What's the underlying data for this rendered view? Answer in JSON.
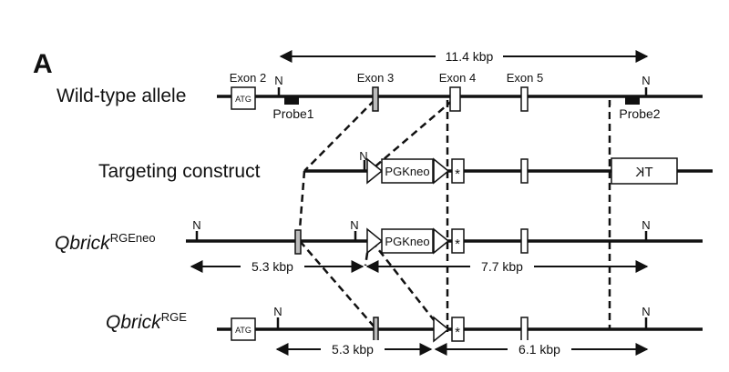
{
  "panel_label": "A",
  "rows": {
    "wild_type": "Wild-type allele",
    "targeting": "Targeting construct",
    "rgeneo_base": "Qbrick",
    "rgeneo_sup": "RGEneo",
    "rge_base": "Qbrick",
    "rge_sup": "RGE"
  },
  "exons": {
    "exon2": "Exon 2",
    "exon3": "Exon 3",
    "exon4": "Exon 4",
    "exon5": "Exon 5"
  },
  "box_text": {
    "atg": "ATG",
    "pgkneo": "PGKneo",
    "tk": "TK",
    "star": "*"
  },
  "site_label": "N",
  "probes": {
    "probe1": "Probe1",
    "probe2": "Probe2"
  },
  "distances": {
    "top": "11.4 kbp",
    "row3_left": "5.3 kbp",
    "row3_right": "7.7 kbp",
    "row4_left": "5.3 kbp",
    "row4_right": "6.1 kbp"
  }
}
